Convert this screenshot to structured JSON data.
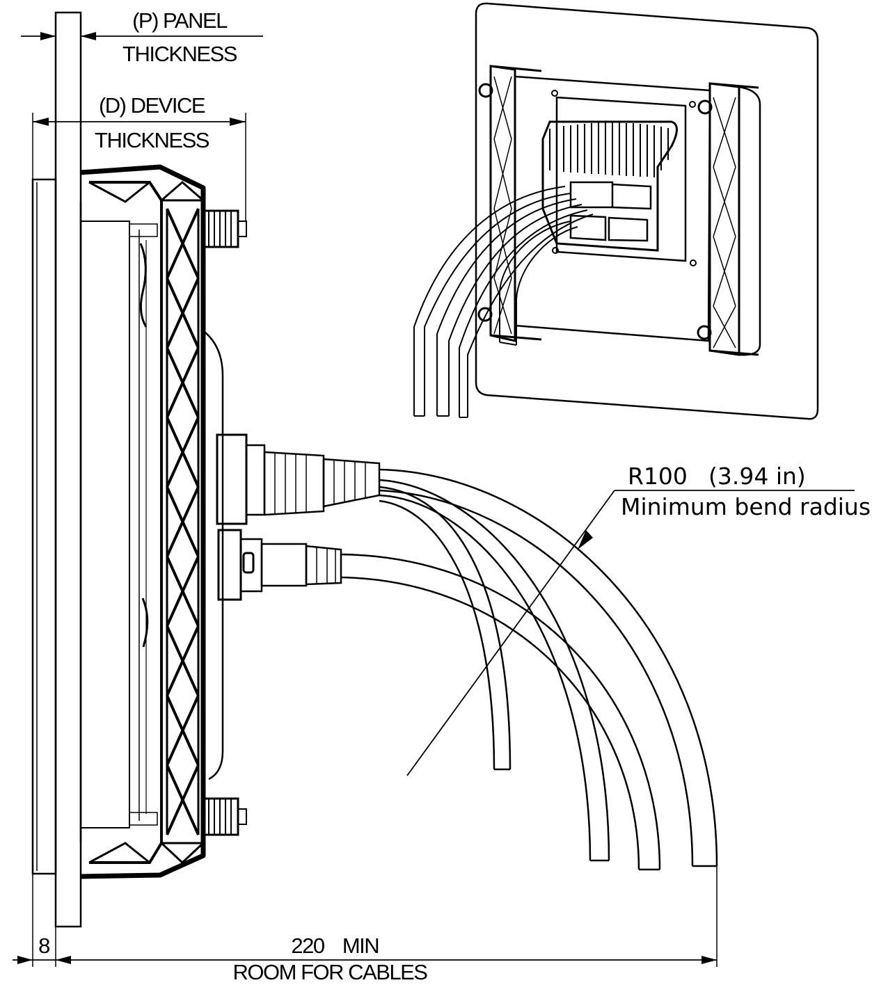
{
  "labels": {
    "panel_thickness_line1": "(P) PANEL",
    "panel_thickness_line2": "THICKNESS",
    "device_thickness_line1": "(D) DEVICE",
    "device_thickness_line2": "THICKNESS",
    "bend_radius_value": "R100",
    "bend_radius_inches": "(3.94 in)",
    "bend_radius_caption": "Minimum bend radius",
    "offset_dimension": "8",
    "room_dimension": "220",
    "room_dimension_suffix": "MIN",
    "room_caption": "ROOM FOR CABLES"
  }
}
